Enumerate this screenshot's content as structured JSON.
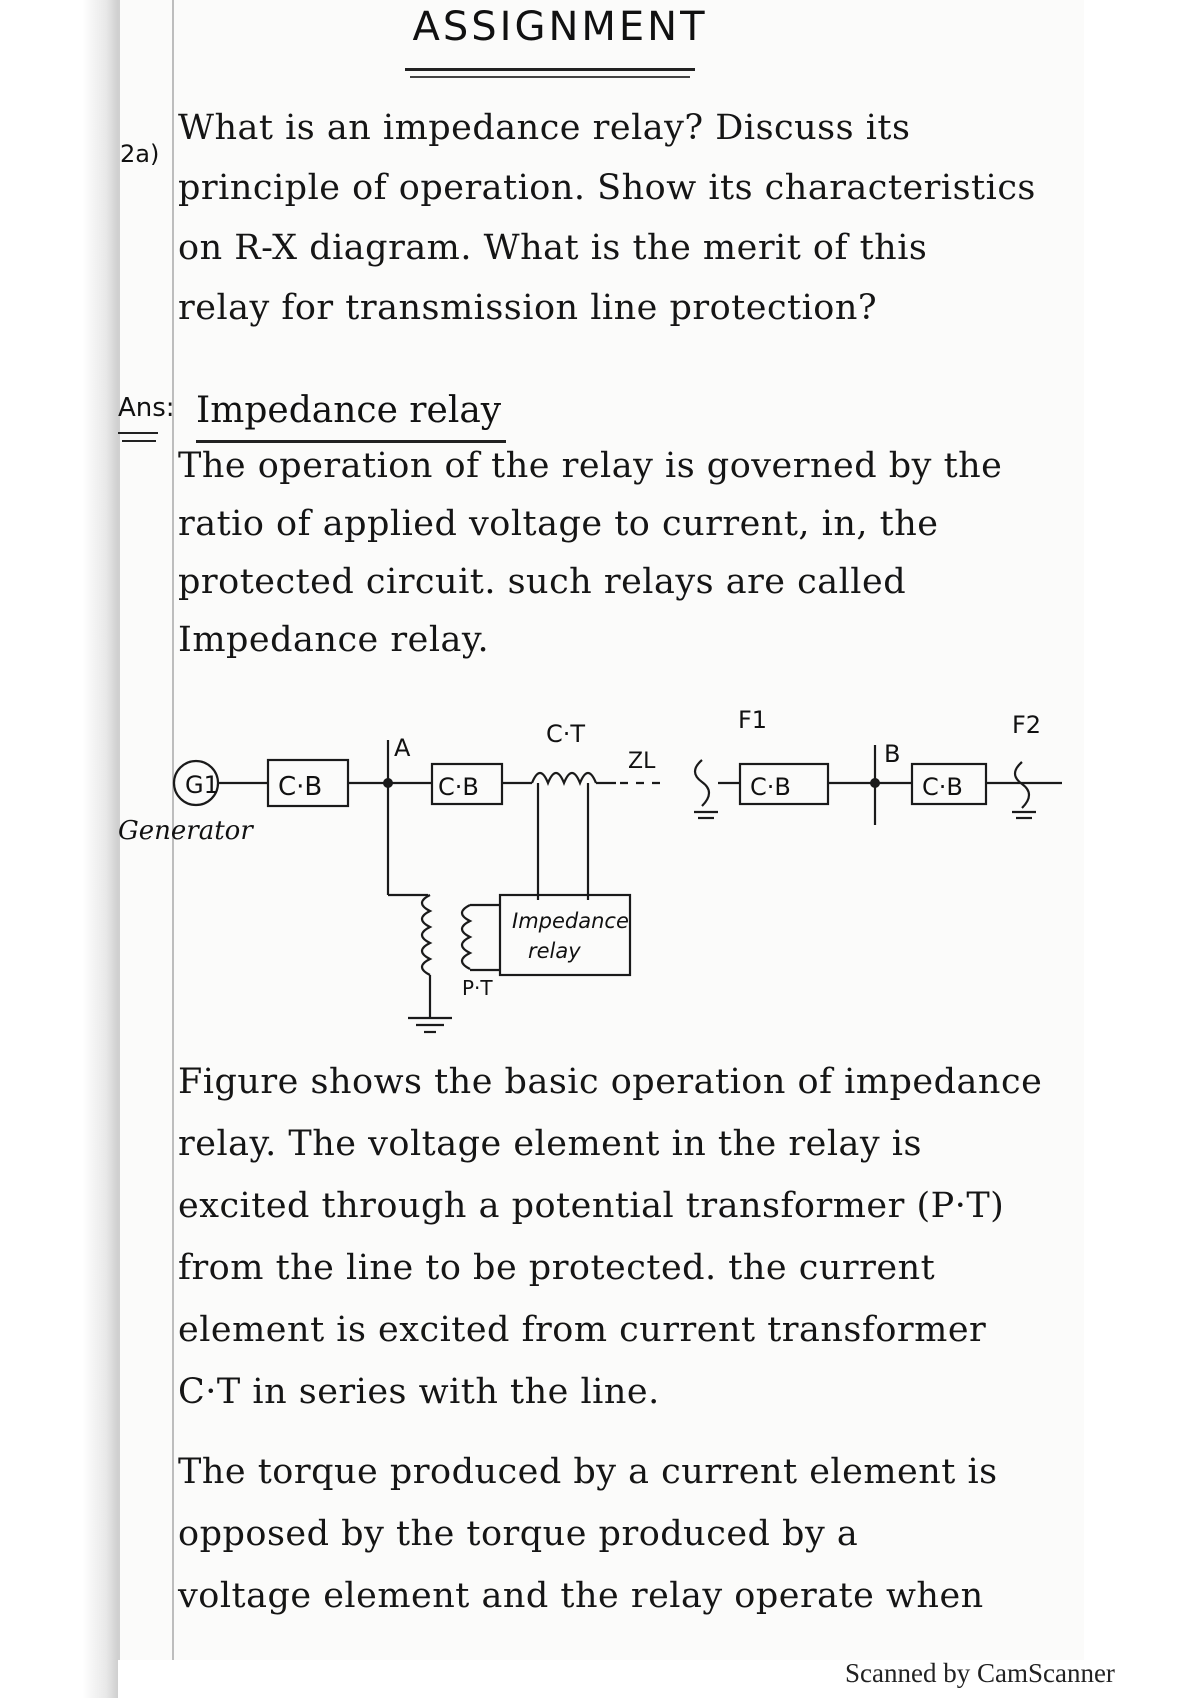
{
  "title": "ASSIGNMENT",
  "question": {
    "number": "2a)",
    "lines": [
      "What is an impedance relay? Discuss its",
      "principle of operation. Show its characteristics",
      "on R-X diagram. What is the merit of this",
      "relay for transmission line protection?"
    ]
  },
  "answer": {
    "label": "Ans:",
    "heading": "Impedance relay",
    "para1": [
      "The operation of the relay is governed by the",
      "ratio of applied voltage to current, in, the",
      "protected circuit. such relays are called",
      "Impedance relay."
    ],
    "diagram": {
      "generator": "G1",
      "generator_label": "Generator",
      "breaker": "C·B",
      "bus_a": "A",
      "bus_b": "B",
      "ct": "C·T",
      "zl": "ZL",
      "f1": "F1",
      "f2": "F2",
      "relay_line1": "Impedance",
      "relay_line2": "relay",
      "pt": "P·T"
    },
    "para2": [
      "Figure shows the basic operation of impedance",
      "relay. The voltage element in the relay is",
      "excited through a potential transformer (P·T)",
      "from the line to be protected. the current",
      "element is excited from current transformer",
      "C·T in series with the line."
    ],
    "para3": [
      "The torque produced by a current element is",
      "opposed by the torque produced by a",
      "voltage element and the relay operate when"
    ]
  },
  "footer": "Scanned by CamScanner"
}
